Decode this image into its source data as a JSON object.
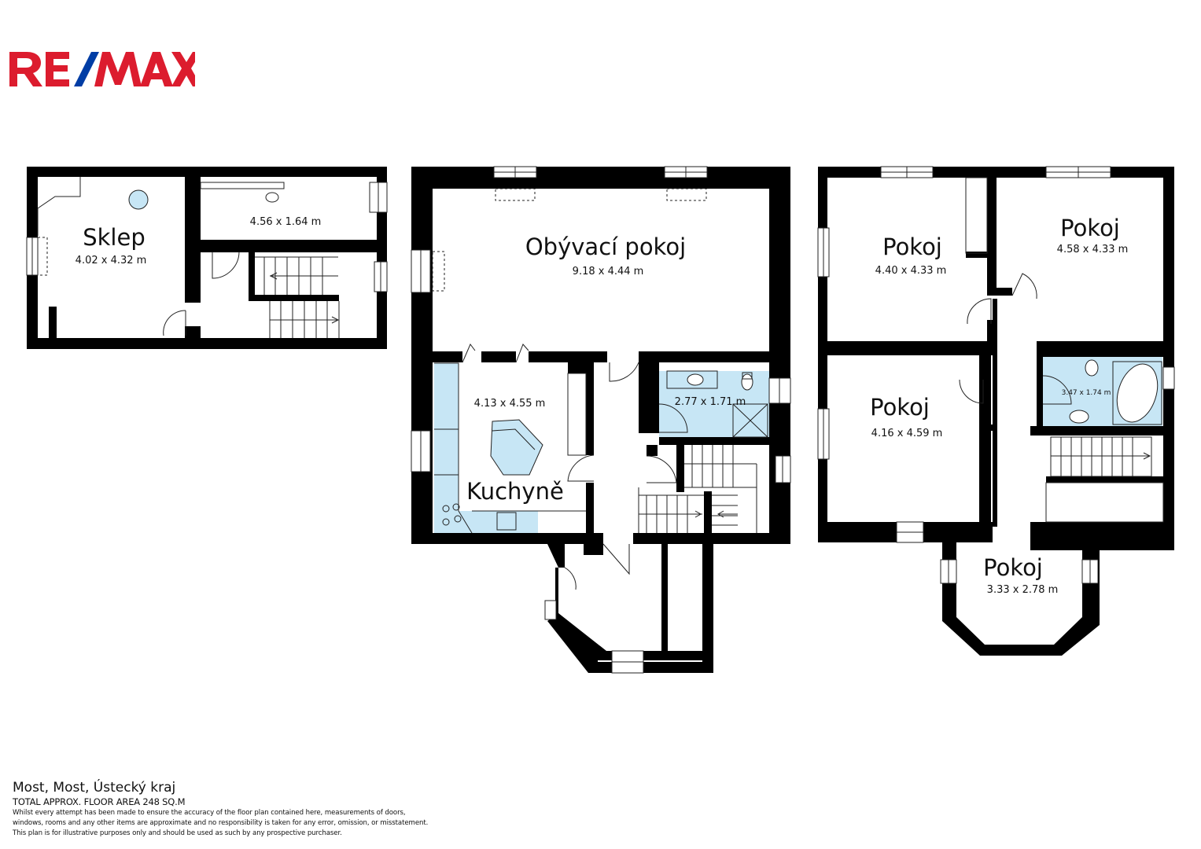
{
  "brand": {
    "logo_text": "RE/MAX",
    "primary_color": "#dc1c2e",
    "secondary_color": "#003da5"
  },
  "floors": {
    "basement": {
      "sklep": {
        "name": "Sklep",
        "dims": "4.02 x 4.32 m"
      },
      "storage": {
        "dims": "4.56 x 1.64 m"
      }
    },
    "ground": {
      "living": {
        "name": "Obývací pokoj",
        "dims": "9.18 x 4.44 m"
      },
      "kitchen": {
        "name": "Kuchyně",
        "dims": "4.13 x 4.55 m"
      },
      "bathroom": {
        "dims": "2.77 x 1.71 m"
      }
    },
    "upper": {
      "room1": {
        "name": "Pokoj",
        "dims": "4.40 x 4.33 m"
      },
      "room2": {
        "name": "Pokoj",
        "dims": "4.58 x 4.33 m"
      },
      "room3": {
        "name": "Pokoj",
        "dims": "4.16 x 4.59 m"
      },
      "room4": {
        "name": "Pokoj",
        "dims": "3.33 x 2.78 m"
      },
      "bathroom": {
        "dims": "3.47 x 1.74 m"
      }
    }
  },
  "colors": {
    "wall": "#000000",
    "wet_area": "#c7e6f5",
    "fixture_stroke": "#333333"
  },
  "footer": {
    "address": "Most, Most, Ústecký kraj",
    "total_area": "TOTAL APPROX. FLOOR AREA 248 SQ.M",
    "disclaimer": [
      "Whilst every attempt has been made to ensure the accuracy of the floor plan contained here, measurements of doors,",
      "windows, rooms and any other items are approximate and no responsibility is taken for any error, omission, or misstatement.",
      "This plan is for illustrative purposes only and should be used as such by any prospective purchaser."
    ]
  }
}
